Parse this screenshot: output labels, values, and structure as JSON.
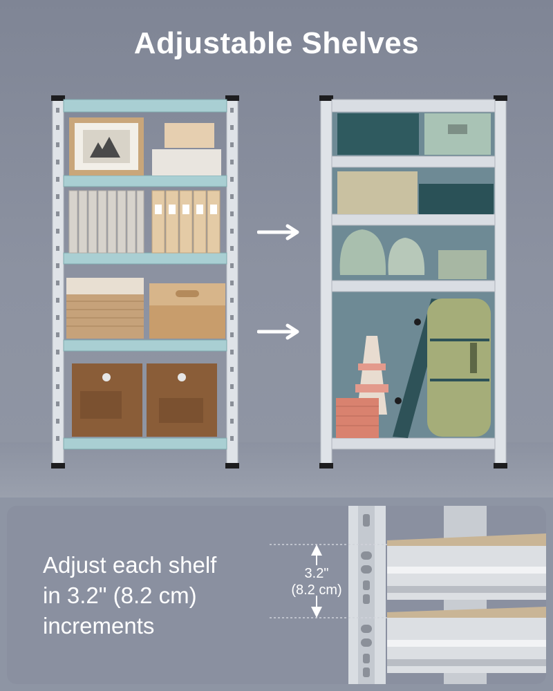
{
  "title": "Adjustable Shelves",
  "caption": {
    "line1": "Adjust each shelf",
    "line2": "in 3.2\" (8.2 cm)",
    "line3": "increments"
  },
  "dimension": {
    "inches": "3.2\"",
    "cm": "(8.2 cm)"
  },
  "colors": {
    "accent_shelf": "#a9cfd3",
    "metal": "#d9dde3",
    "background": "#8a90a0"
  }
}
